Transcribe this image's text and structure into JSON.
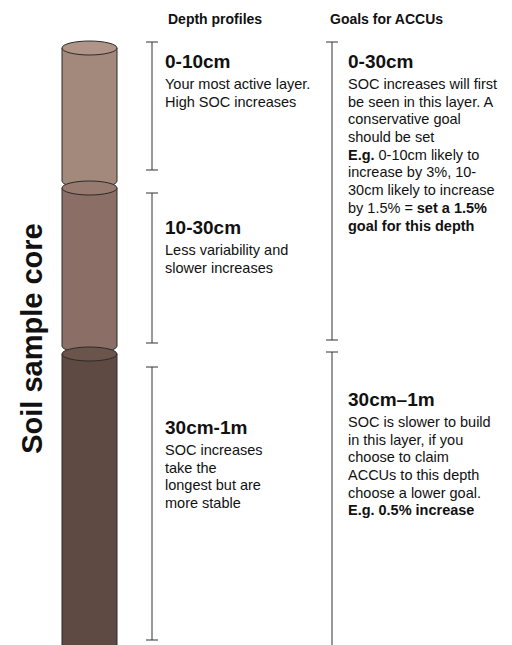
{
  "diagram": {
    "labels": [
      "Soil sample core",
      "Depth profiles",
      "Goals for ACCUs",
      "0-10cm",
      "Your most active layer. High SOC increases",
      "10-30cm",
      "Less variability and slower increases",
      "30cm-1m",
      "SOC increases take the longest but are more stable",
      "0-30cm",
      "SOC increases will first be seen in this layer. A conservative goal should be set",
      "E.g.",
      "0-10cm likely to increase by 3%, 10-30cm likely to increase by 1.5% =",
      "set a 1.5% goal for this depth",
      "30cm–1m",
      "SOC is slower to build in this layer, if you choose to claim ACCUs to this depth choose a lower goal.",
      "E.g.",
      "0.5% increase"
    ]
  }
}
